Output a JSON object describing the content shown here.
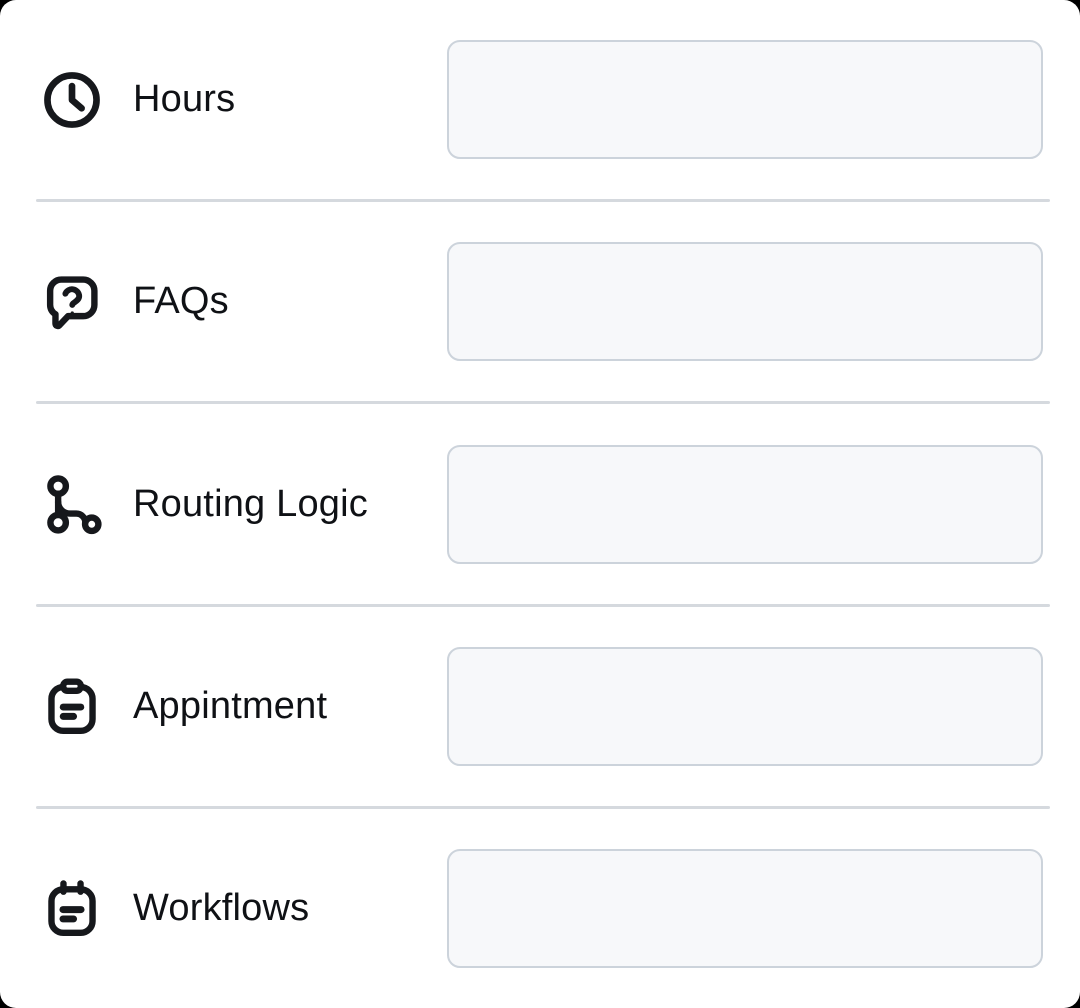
{
  "page": {
    "outside_background": "#000000",
    "panel_background": "#ffffff"
  },
  "colors": {
    "text": "#0f1115",
    "icon": "#16181c",
    "input_bg": "#f7f8fa",
    "input_border": "#ccd3db",
    "divider": "#d5d9de",
    "panel_bg": "#ffffff"
  },
  "rows": [
    {
      "label": "Hours",
      "icon": "clock-icon",
      "input_value": ""
    },
    {
      "label": "FAQs",
      "icon": "question-bubble-icon",
      "input_value": ""
    },
    {
      "label": "Routing Logic",
      "icon": "routing-icon",
      "input_value": ""
    },
    {
      "label": "Appintment",
      "icon": "clipboard-icon",
      "input_value": ""
    },
    {
      "label": "Workflows",
      "icon": "calendar-icon",
      "input_value": ""
    }
  ]
}
